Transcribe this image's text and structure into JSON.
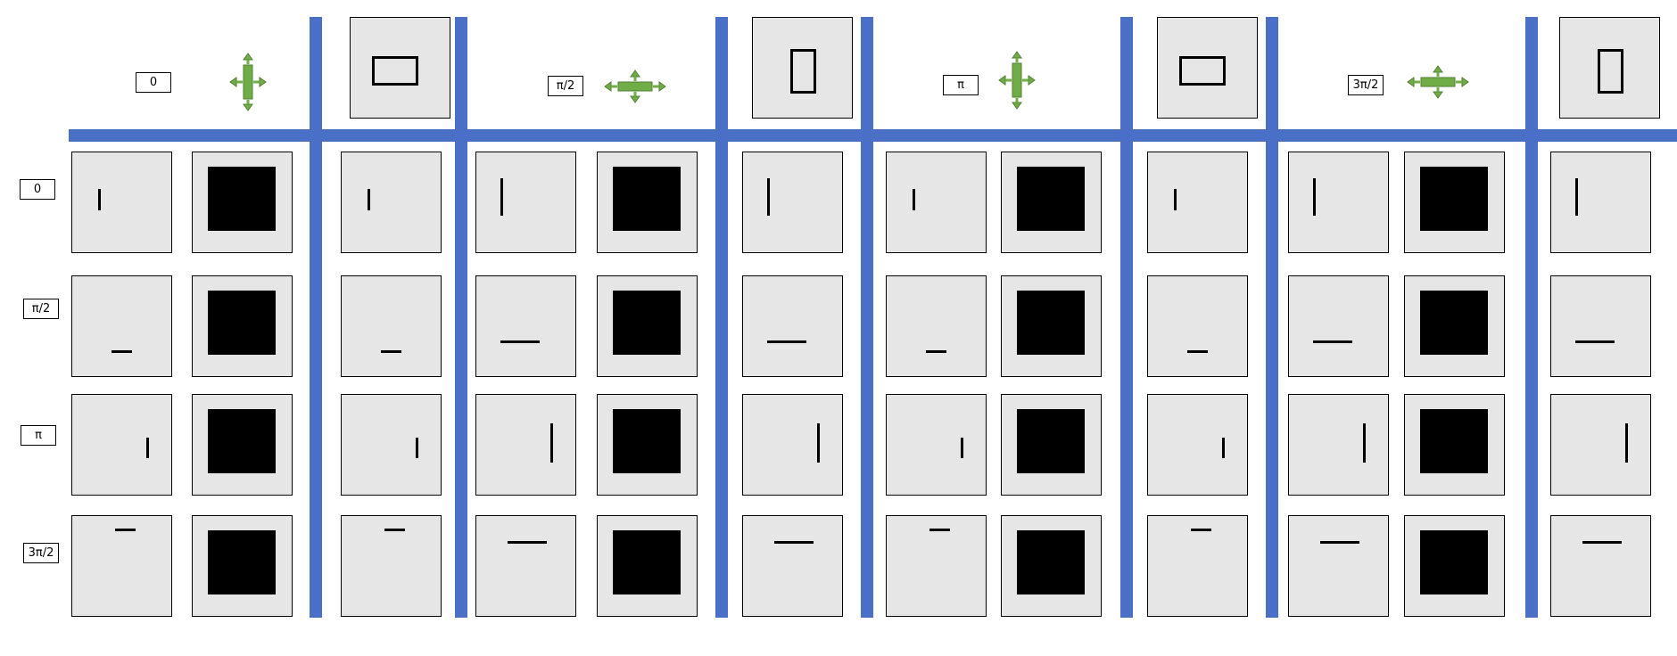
{
  "column_labels": [
    "0",
    "π/2",
    "π",
    "3π/2"
  ],
  "row_labels": [
    "0",
    "π/2",
    "π",
    "3π/2"
  ],
  "arrow_icons": [
    "vertical-arrow-cross-icon",
    "horizontal-arrow-cross-icon",
    "vertical-arrow-cross-icon",
    "horizontal-arrow-cross-icon"
  ],
  "colors": {
    "divider": "#4a6fc7",
    "cell_bg": "#e6e6e6",
    "arrow_fill": "#70ad47",
    "arrow_stroke": "#507e32"
  },
  "grating_orientations": [
    "horizontal-rect",
    "vertical-rect",
    "horizontal-rect",
    "vertical-rect"
  ],
  "cell_types": [
    "line",
    "square",
    "line"
  ]
}
